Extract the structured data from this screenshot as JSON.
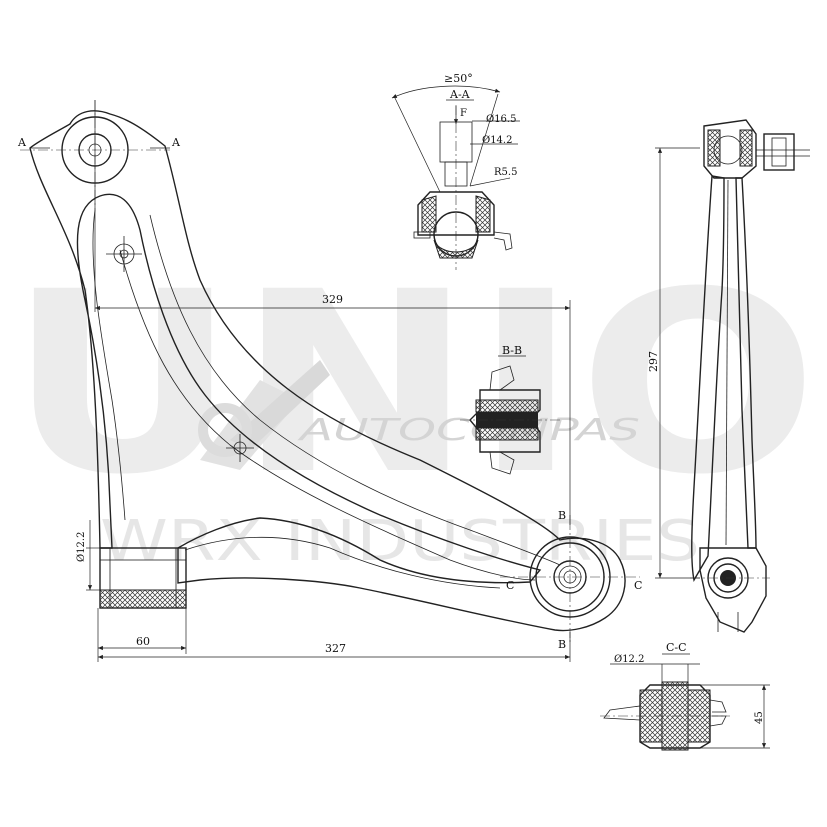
{
  "watermark": {
    "big_text": "UNIO",
    "brand_text": "AUTOCOMPAS",
    "sub_text": "WRX INDUSTRIES"
  },
  "section_labels": {
    "a_a": "A-A",
    "b_b": "B-B",
    "c_c": "C-C",
    "a_left": "A",
    "a_right": "A",
    "b_top": "B",
    "b_bottom": "B",
    "c_left": "C",
    "c_right": "C",
    "f": "F"
  },
  "dimensions": {
    "angle": "≥50°",
    "d16_5": "Ø16.5",
    "d14_2": "Ø14.2",
    "r5_5": "R5.5",
    "d12_2_left": "Ø12.2",
    "d12_2_cc": "Ø12.2",
    "len_329": "329",
    "len_327": "327",
    "len_60": "60",
    "len_297": "297",
    "len_45": "45"
  }
}
